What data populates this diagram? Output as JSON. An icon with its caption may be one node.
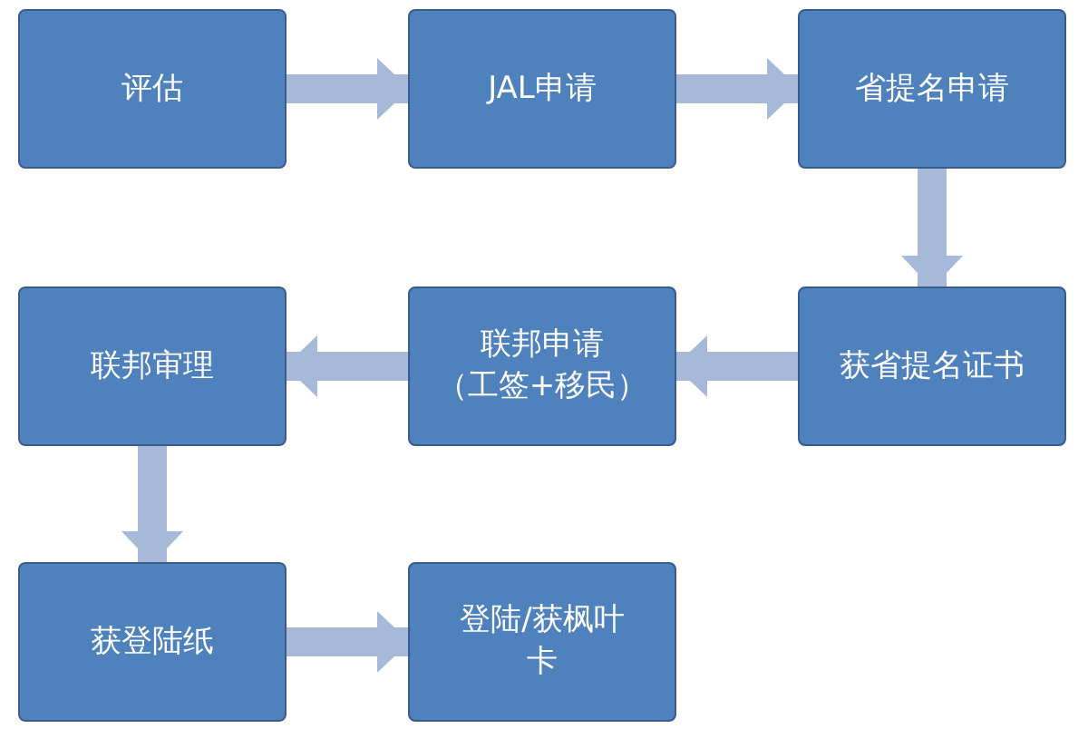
{
  "diagram": {
    "nodes": [
      {
        "text": [
          "评估"
        ]
      },
      {
        "text": [
          "JAL申请"
        ]
      },
      {
        "text": [
          "省提名申请"
        ]
      },
      {
        "text": [
          "获省提名证书"
        ]
      },
      {
        "text": [
          "联邦申请",
          "（工签+移民）"
        ]
      },
      {
        "text": [
          "联邦审理"
        ]
      },
      {
        "text": [
          "获登陆纸"
        ]
      },
      {
        "text": [
          "登陆/获枫叶卡"
        ]
      }
    ],
    "edges": [
      {
        "from": 0,
        "to": 1,
        "arrow": "to"
      },
      {
        "from": 1,
        "to": 2,
        "arrow": "to"
      },
      {
        "from": 2,
        "to": 3,
        "arrow": "to"
      },
      {
        "from": 3,
        "to": 4,
        "arrow": "to"
      },
      {
        "from": 4,
        "to": 5,
        "arrow": "to"
      },
      {
        "from": 5,
        "to": 6,
        "arrow": "to"
      },
      {
        "from": 6,
        "to": 7,
        "arrow": "to"
      }
    ]
  }
}
